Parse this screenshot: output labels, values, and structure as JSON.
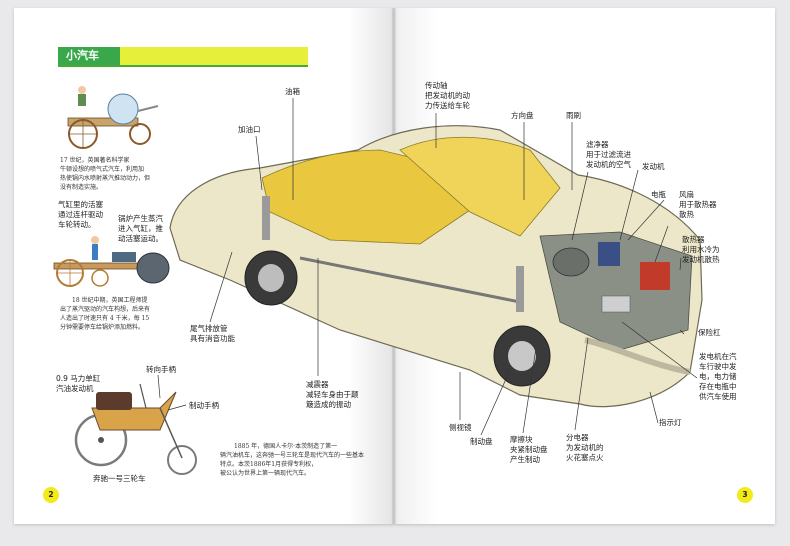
{
  "title": "小汽车",
  "labels": {
    "youxiang": "油箱",
    "jiayoukou": "加油口",
    "weiqi_1": "尾气排放管",
    "weiqi_2": "具有消音功能",
    "jianzhenqi_1": "减震器",
    "jianzhenqi_2": "减轻车身由于颠",
    "jianzhenqi_3": "簸造成的振动",
    "chuandongzhou_1": "传动轴",
    "chuandongzhou_2": "把发动机的动",
    "chuandongzhou_3": "力传送给车轮",
    "fangxiangpan": "方向盘",
    "yushua": "雨刷",
    "lvjingqi_1": "滤净器",
    "lvjingqi_2": "用于过滤流进",
    "lvjingqi_3": "发动机的空气",
    "fadongji": "发动机",
    "dianping": "电瓶",
    "fengshan_1": "风扇",
    "fengshan_2": "用于散热器",
    "fengshan_3": "散热",
    "sanreqi_1": "散热器",
    "sanreqi_2": "利用水冷为",
    "sanreqi_3": "发动机散热",
    "baoxiangang": "保险杠",
    "fadianji_1": "发电机在汽",
    "fadianji_2": "车行驶中发",
    "fadianji_3": "电，电力储",
    "fadianji_4": "存在电瓶中",
    "fadianji_5": "供汽车使用",
    "zhishideng": "指示灯",
    "cehoujing": "侧视镜",
    "zhidongpan": "制动盘",
    "mocakuai_1": "摩擦块",
    "mocakuai_2": "夹紧制动盘",
    "mocakuai_3": "产生制动",
    "fendianqi_1": "分电器",
    "fendianqi_2": "为发动机的",
    "fendianqi_3": "火花塞点火",
    "qigang_1": "气缸里的活塞",
    "qigang_2": "通过连杆驱动",
    "qigang_3": "车轮转动。",
    "guolu_1": "锅炉产生蒸汽",
    "guolu_2": "进入气缸，推",
    "guolu_3": "动活塞运动。",
    "mali_1": "0.9 马力单缸",
    "mali_2": "汽油发动机",
    "zhuanxiang": "转向手柄",
    "zhidongshoubing": "制动手柄",
    "benchi": "奔驰一号三轮车"
  },
  "paragraphs": {
    "p1_1": "17 世纪，英国著名科学家",
    "p1_2": "牛顿设想的喷气式汽车，利用加",
    "p1_3": "热使锅内水喷射蒸汽推动动力，但",
    "p1_4": "没有制造实施。",
    "p2_1": "18 世纪中期，英国工程师提",
    "p2_2": "出了蒸汽驱动的汽车构想，后来有",
    "p2_3": "人造出了时速只有 4 千米，每 15",
    "p2_4": "分钟需要停车给锅炉添加燃料。",
    "p3_1": "1885 年，德国人卡尔·本茨制造了第一",
    "p3_2": "辆汽油机车，这奔驰一号三轮车是现代汽车的一些基本",
    "p3_3": "特点。本茨1886年1月获得专利权，",
    "p3_4": "被公认为世界上第一辆现代汽车。"
  },
  "page_numbers": {
    "left": "2",
    "right": "3"
  },
  "colors": {
    "title_green": "#39a84a",
    "title_yellow": "#e6ef3a",
    "car_body": "#ece7c8",
    "interior": "#e9c83f",
    "page_number_yellow": "#f3ea1a"
  }
}
